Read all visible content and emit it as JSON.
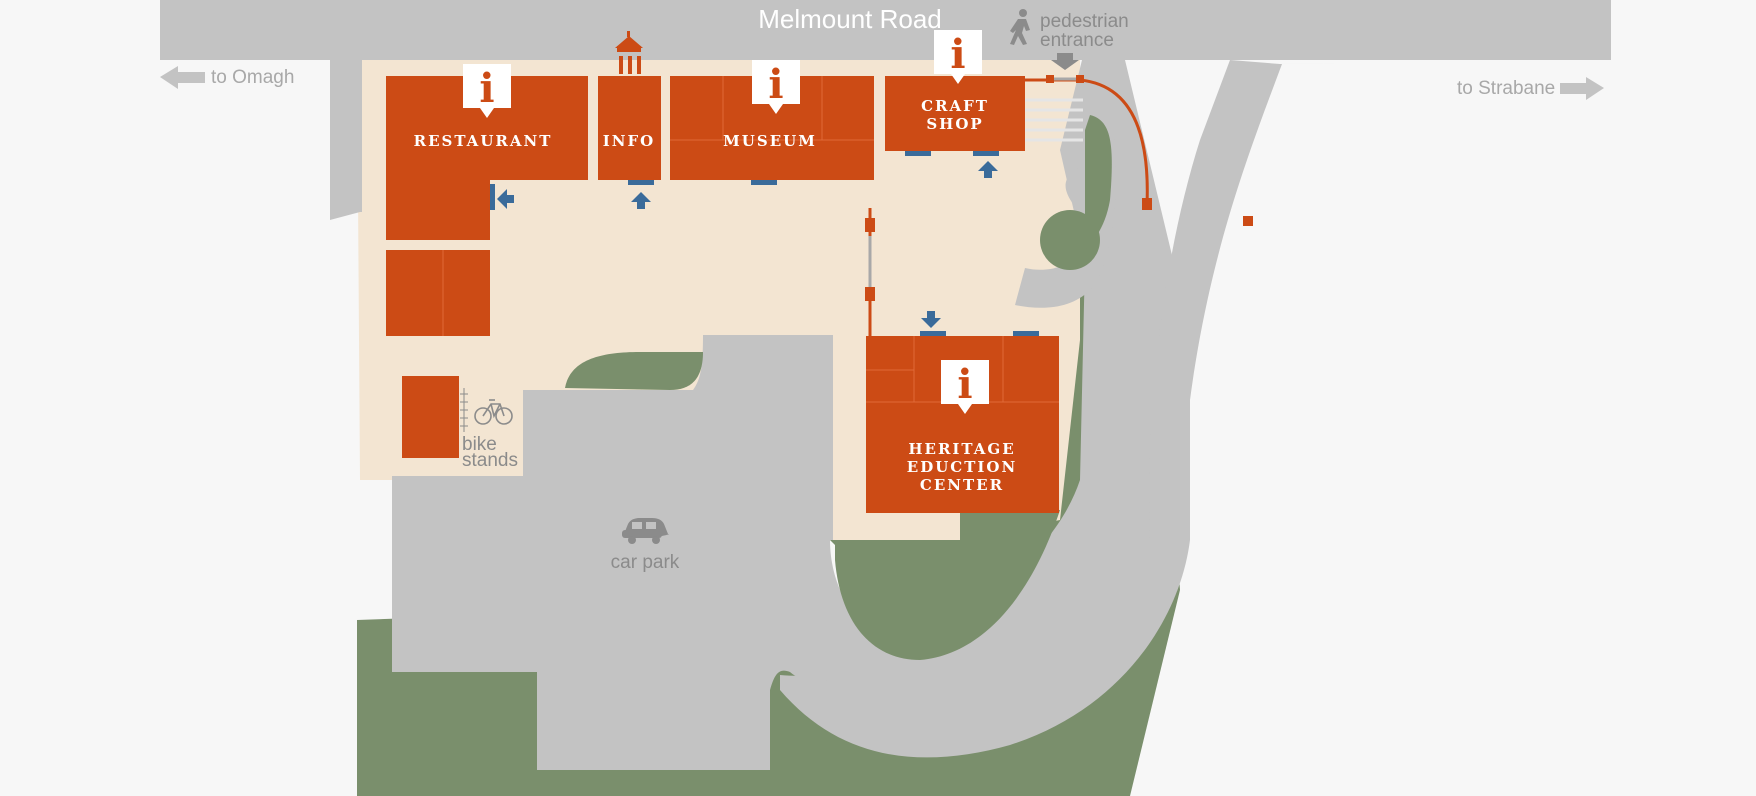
{
  "map": {
    "road_name": "Melmount Road",
    "direction_left": "to Omagh",
    "direction_right": "to Strabane",
    "pedestrian_entrance": [
      "pedestrian",
      "entrance"
    ],
    "bike_stands": [
      "bike",
      "stands"
    ],
    "car_park": "car park",
    "info_glyph": "i",
    "colors": {
      "building": "#cc4b15",
      "grounds": "#f3e5d2",
      "grass": "#7a8f6c",
      "road": "#c3c3c3",
      "entrance_marker": "#3a6b9a"
    }
  },
  "buildings": {
    "restaurant": "RESTAURANT",
    "info": "INFO",
    "museum": "MUSEUM",
    "craft_shop": [
      "CRAFT",
      "SHOP"
    ],
    "heritage": [
      "HERITAGE",
      "EDUCTION",
      "CENTER"
    ]
  }
}
